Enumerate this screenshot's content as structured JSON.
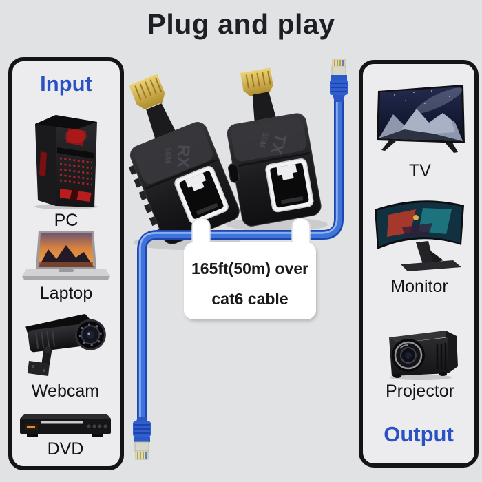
{
  "title": "Plug and play",
  "panels": {
    "input": {
      "heading": "Input",
      "items": [
        {
          "label": "PC",
          "icon": "pc-tower-icon"
        },
        {
          "label": "Laptop",
          "icon": "laptop-icon"
        },
        {
          "label": "Webcam",
          "icon": "security-camera-icon"
        },
        {
          "label": "DVD",
          "icon": "dvd-player-icon"
        }
      ]
    },
    "output": {
      "heading": "Output",
      "items": [
        {
          "label": "TV",
          "icon": "tv-icon"
        },
        {
          "label": "Monitor",
          "icon": "curved-monitor-icon"
        },
        {
          "label": "Projector",
          "icon": "projector-icon"
        }
      ]
    }
  },
  "extenders": {
    "receiver": {
      "marking": "RX",
      "distance": "50M"
    },
    "transmitter": {
      "marking": "TX",
      "distance": "50M"
    }
  },
  "cable_tag": {
    "line1": "165ft(50m) over",
    "line2": "cat6 cable"
  },
  "colors": {
    "accent_blue": "#2a52c5",
    "cable_blue": "#3f74dc",
    "panel_border": "#141414",
    "background": "#e1e2e4",
    "hdmi_gold": "#d4ae4a"
  }
}
